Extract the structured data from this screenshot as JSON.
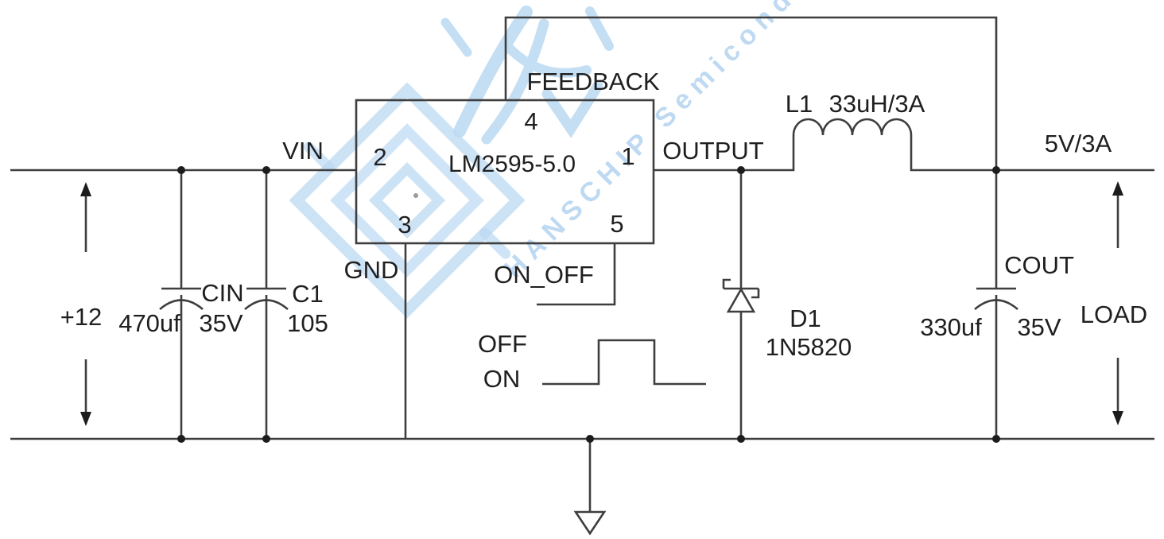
{
  "schematic": {
    "ic": {
      "part_number": "LM2595-5.0",
      "pin_vin": "2",
      "pin_feedback": "4",
      "pin_output": "1",
      "pin_gnd": "3",
      "pin_onoff": "5"
    },
    "nets": {
      "vin": "VIN",
      "feedback": "FEEDBACK",
      "output": "OUTPUT",
      "gnd": "GND",
      "on_off": "ON_OFF",
      "off": "OFF",
      "on": "ON"
    },
    "input": {
      "voltage": "+12"
    },
    "output": {
      "rating": "5V/3A",
      "load": "LOAD"
    },
    "components": {
      "cin": {
        "name": "CIN",
        "value": "470uf",
        "voltage": "35V"
      },
      "c1": {
        "name": "C1",
        "value": "105"
      },
      "cout": {
        "name": "COUT",
        "value": "330uf",
        "voltage": "35V"
      },
      "l1": {
        "name": "L1",
        "value": "33uH/3A"
      },
      "d1": {
        "name": "D1",
        "part": "1N5820"
      }
    }
  },
  "watermark": {
    "text": "HANSCHIP Semiconductor"
  },
  "colors": {
    "line": "#3e3e3e",
    "text": "#1f1f1f",
    "watermark": "#aed0ef"
  }
}
